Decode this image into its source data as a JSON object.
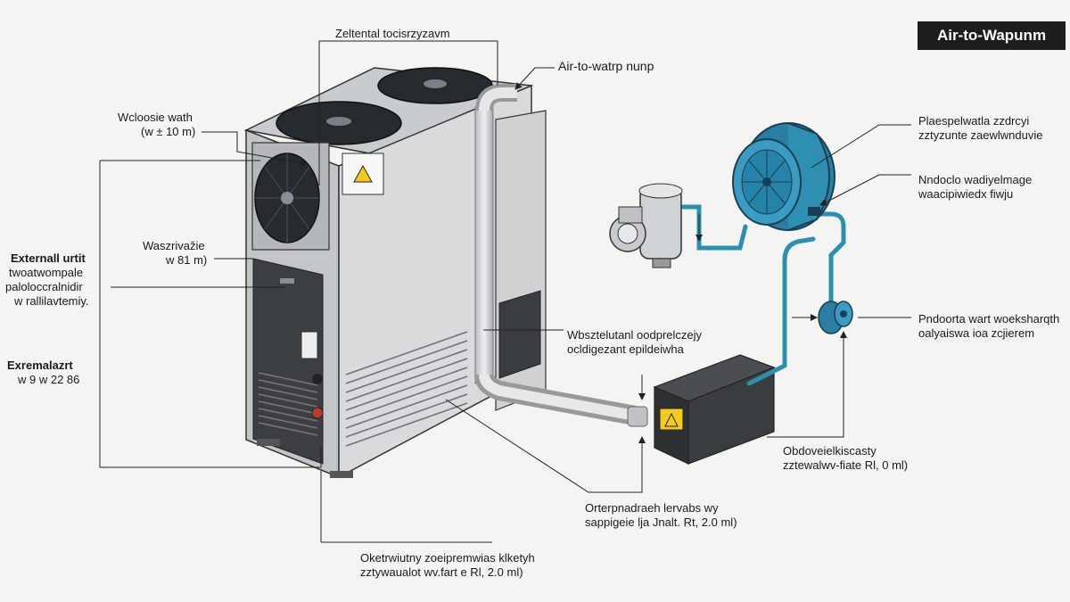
{
  "title": "Air-to-Wapunm",
  "labels": {
    "top_center": "Zeltental tocisrzyzavm",
    "top_pump": "Air-to-watrp nunp",
    "left1": {
      "line1": "Wcloosie wath",
      "line2": "(w ± 10 m)"
    },
    "left2": {
      "line1": "Waszrivažie",
      "line2": "w 81 m)"
    },
    "left3": {
      "line1": "Externall urtit",
      "line2": "twoatwompale",
      "line3": "paloloccralnidir",
      "line4": "w rallilavtemiy."
    },
    "left4": {
      "line1": "Exremalazrt",
      "line2": "w 9 w 22 86"
    },
    "center_mid": {
      "line1": "Wbsztelutanl oodprelczejy",
      "line2": "ocldigezant epildeiwha"
    },
    "center_low": {
      "line1": "Orterpnadraeh lervabs wy",
      "line2": "sappigeie lja Jnalt. Rt, 2.0 ml)"
    },
    "bottom": {
      "line1": "Oketrwiutny zoeipremwias klketyh",
      "line2": "zztywaualot wv.fart e Rl, 2.0 ml)"
    },
    "right1": {
      "line1": "Plaespelwatla zzdrcyi",
      "line2": "zztyzunte zaewlwnduvie"
    },
    "right2": {
      "line1": "Nndoclo wadiyelmage",
      "line2": "waacipiwiedx fiwju"
    },
    "right3": {
      "line1": "Pndoorta wart woeksharqth",
      "line2": "oalyaiswa ioa zcjierem"
    },
    "right4": {
      "line1": "Obdoveielkiscasty",
      "line2": "zztewalwv-fiate Rl, 0 ml)"
    }
  },
  "colors": {
    "background": "#f4f4f2",
    "unit_body": "#d4d6d8",
    "fan_dark": "#262b30",
    "tank_blue": "#2e8fb3",
    "pipe_blue": "#2b8fb0",
    "pump_box": "#3a3d40",
    "warning": "#f2cc1a"
  }
}
